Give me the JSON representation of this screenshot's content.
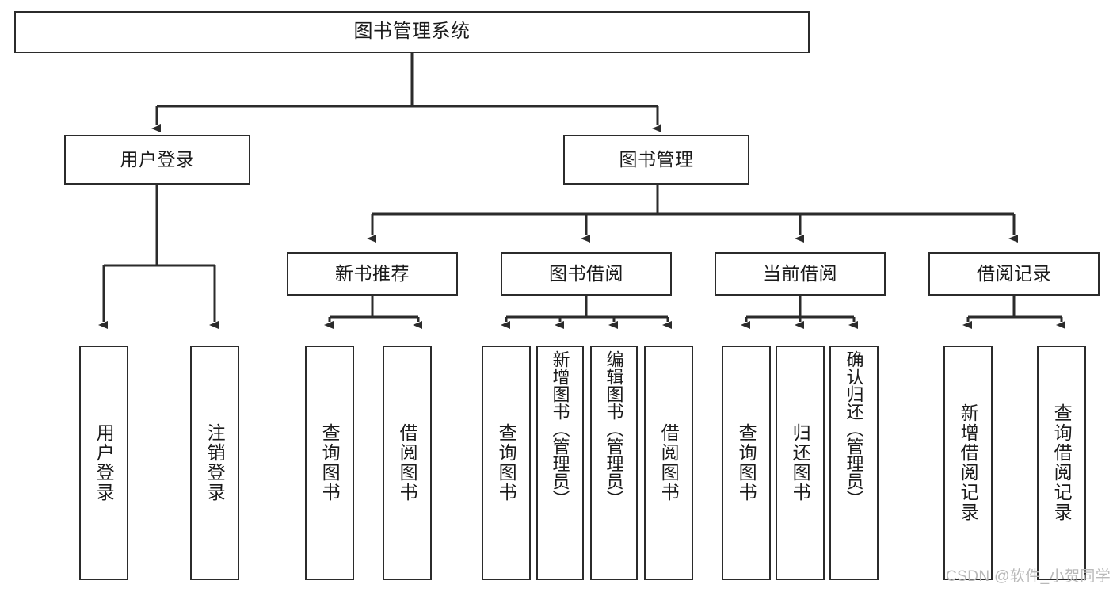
{
  "diagram": {
    "title": "图书管理系统",
    "type": "hierarchy-tree",
    "stroke_color": "#2b2b2b",
    "fill_color": "#ffffff",
    "text_color": "#1a1a1a",
    "root": {
      "label": "图书管理系统"
    },
    "level2": [
      {
        "label": "用户登录"
      },
      {
        "label": "图书管理"
      }
    ],
    "level3": [
      {
        "label": "新书推荐"
      },
      {
        "label": "图书借阅"
      },
      {
        "label": "当前借阅"
      },
      {
        "label": "借阅记录"
      }
    ],
    "leaves": {
      "user_login": [
        {
          "label": "用户登录"
        },
        {
          "label": "注销登录"
        }
      ],
      "new_book_recommend": [
        {
          "label": "查询图书"
        },
        {
          "label": "借阅图书"
        }
      ],
      "book_borrow": [
        {
          "label": "查询图书"
        },
        {
          "label": "新增图书（管理员）"
        },
        {
          "label": "编辑图书（管理员）"
        },
        {
          "label": "借阅图书"
        }
      ],
      "current_borrow": [
        {
          "label": "查询图书"
        },
        {
          "label": "归还图书"
        },
        {
          "label": "确认归还（管理员）"
        }
      ],
      "borrow_record": [
        {
          "label": "新增借阅记录"
        },
        {
          "label": "查询借阅记录"
        }
      ]
    }
  },
  "watermark": {
    "text": "CSDN @软件_小贺同学"
  }
}
